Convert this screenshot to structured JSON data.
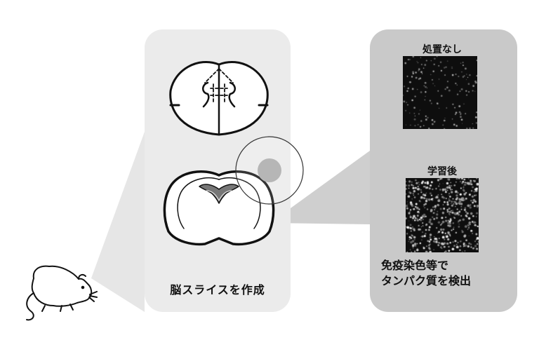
{
  "panel_left": {
    "caption": "脳スライスを作成"
  },
  "panel_right": {
    "untreated_label": "処置なし",
    "after_learning_label": "学習後",
    "method_line1": "免疫染色等で",
    "method_line2": "タンパク質を検出"
  },
  "colors": {
    "left_panel_bg": "#ebebeb",
    "right_panel_bg": "#c9c9c9",
    "callout_bg": "#d6d6d6",
    "micrograph_bg": "#0e0e0e"
  }
}
